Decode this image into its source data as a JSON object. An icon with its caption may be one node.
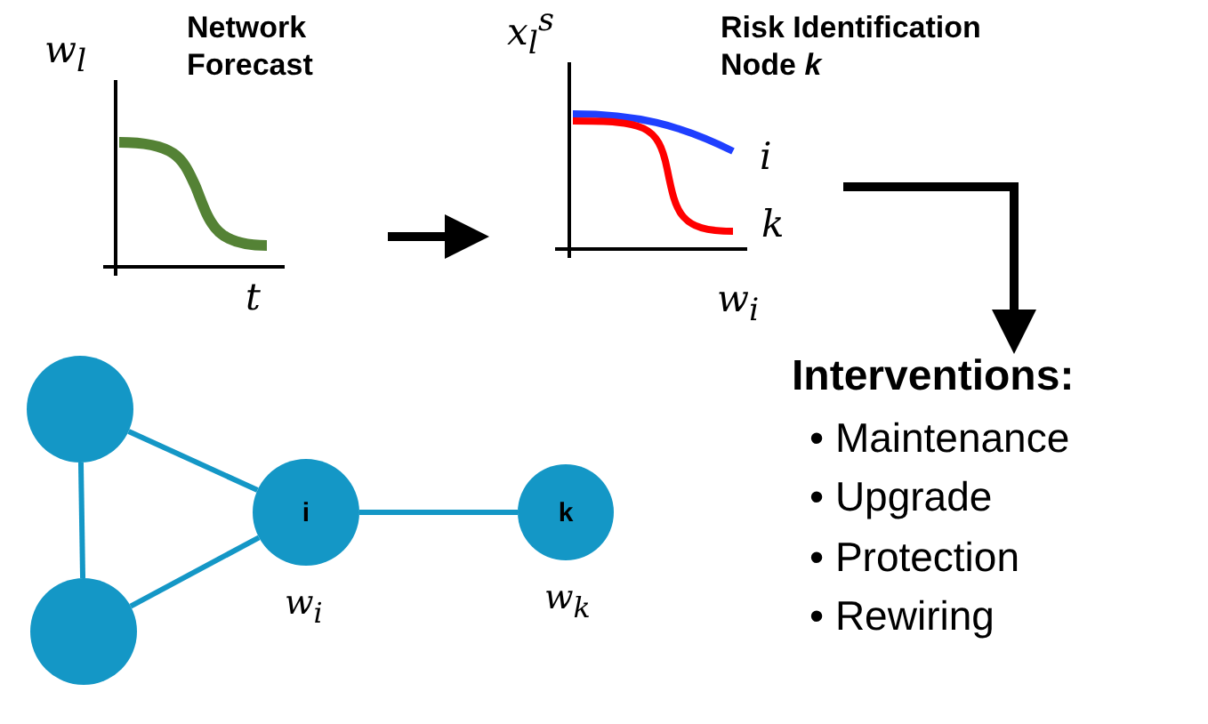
{
  "diagram": {
    "nodes": [
      {
        "text": [
          "Network Forecast"
        ]
      },
      {
        "text": [
          "Risk Identification Node *k*"
        ]
      },
      {
        "text": [
          "Interventions:",
          "• Maintenance",
          "• Upgrade",
          "• Protection",
          "• Rewiring"
        ]
      },
      {
        "text": [],
        "shape": "circle"
      },
      {
        "text": [],
        "shape": "circle"
      },
      {
        "text": [
          "i"
        ],
        "beside": [
          "w$_{i}$"
        ]
      },
      {
        "text": [
          "k"
        ],
        "beside": [
          "w$_{k}$"
        ]
      }
    ],
    "edges": [
      {
        "from": 0,
        "to": 1,
        "arrow": "to",
        "color": "#000000"
      },
      {
        "from": 1,
        "to": 2,
        "arrow": "to",
        "color": "#000000"
      },
      {
        "from": 3,
        "to": 4,
        "arrow": "none"
      },
      {
        "from": 3,
        "to": 5,
        "arrow": "none"
      },
      {
        "from": 4,
        "to": 5,
        "arrow": "none"
      },
      {
        "from": 5,
        "to": 6,
        "arrow": "none"
      }
    ],
    "labels": [
      "w$_{l}$",
      "x$_{l}$$^{s}$",
      "i",
      "k",
      "t",
      "w$_{i}$"
    ]
  }
}
